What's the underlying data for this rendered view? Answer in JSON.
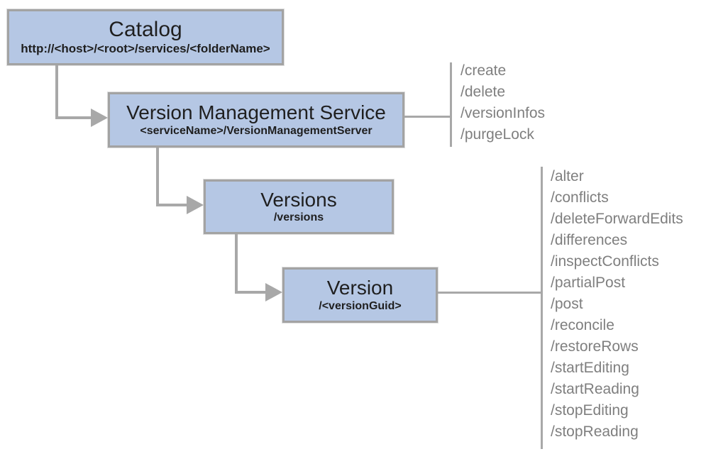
{
  "diagram": {
    "nodes": {
      "catalog": {
        "title": "Catalog",
        "subtitle": "http://<host>/<root>/services/<folderName>"
      },
      "service": {
        "title": "Version Management Service",
        "subtitle": "<serviceName>/VersionManagementServer"
      },
      "versions": {
        "title": "Versions",
        "subtitle": "/versions"
      },
      "version": {
        "title": "Version",
        "subtitle": "/<versionGuid>"
      }
    },
    "service_operations": [
      "/create",
      "/delete",
      "/versionInfos",
      "/purgeLock"
    ],
    "version_operations": [
      "/alter",
      "/conflicts",
      "/deleteForwardEdits",
      "/differences",
      "/inspectConflicts",
      "/partialPost",
      "/post",
      "/reconcile",
      "/restoreRows",
      "/startEditing",
      "/startReading",
      "/stopEditing",
      "/stopReading"
    ],
    "colors": {
      "box_fill": "#b5c7e4",
      "box_border": "#a3a3a3",
      "connector": "#a8a8a8",
      "node_text": "#1f1f1f",
      "operation_text": "#7f7f7f",
      "background": "#ffffff"
    }
  }
}
